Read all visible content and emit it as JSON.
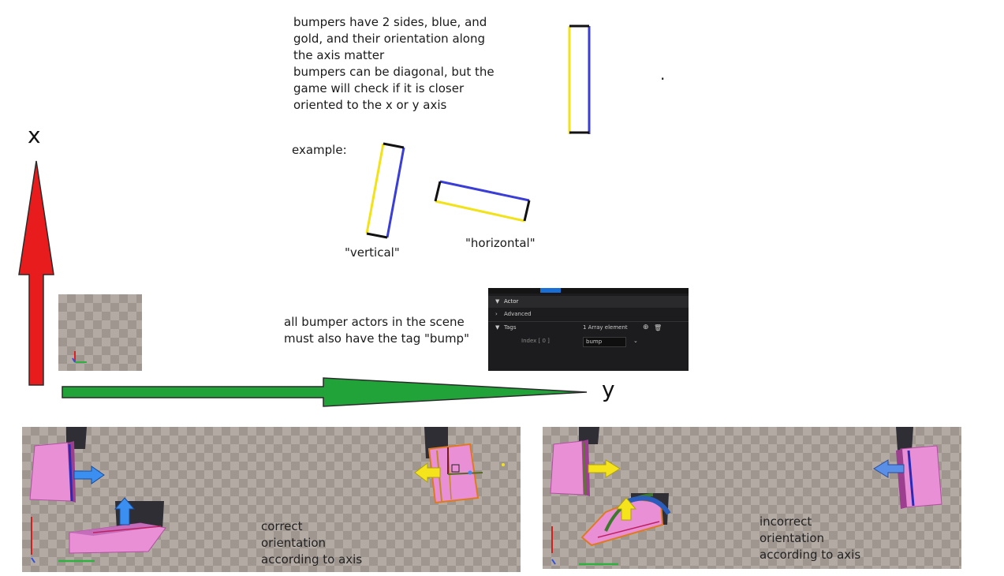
{
  "notes": {
    "sides": "bumpers have 2 sides, blue, and\ngold, and their orientation along\nthe axis matter\nbumpers can be diagonal, but the\ngame will check if it is closer\noriented to the x or y axis",
    "example": "example:",
    "vertical": "\"vertical\"",
    "horizontal": "\"horizontal\"",
    "dot": ".",
    "tag": "all bumper actors in the scene\nmust also have the tag \"bump\"",
    "correct": "correct\norientation\naccording to axis",
    "incorrect": "incorrect\norientation\naccording to axis"
  },
  "axes": {
    "x_label": "x",
    "y_label": "y",
    "x_color": "#e81c1c",
    "y_color": "#22a339"
  },
  "bumper_colors": {
    "blue": "#3a3ed6",
    "gold": "#f2e21a",
    "edge": "#111111"
  },
  "details_panel": {
    "actor": "Actor",
    "advanced": "Advanced",
    "tags": "Tags",
    "array_count": "1 Array element",
    "index": "Index [ 0 ]",
    "tag_value": "bump"
  }
}
